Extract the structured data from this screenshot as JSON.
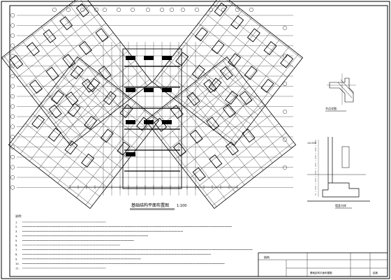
{
  "drawing": {
    "plan_title": "基础结构平面布置图",
    "plan_scale": "1:100",
    "detail_top_title": "节点详图",
    "detail_mid_title": "墙身大样",
    "detail_mid_level": "±0.000",
    "notes_title": "说明：",
    "notes": [
      "1.",
      "2.",
      "3.",
      "4.",
      "5.",
      "6.",
      "7.",
      "8.",
      "9.",
      "10.",
      "11."
    ],
    "title_block": {
      "label": "结构",
      "drawing_name": "基础结构平面布置图",
      "sheet_no": "结施"
    }
  },
  "colors": {
    "ink": "#000000",
    "paper": "#ffffff"
  }
}
